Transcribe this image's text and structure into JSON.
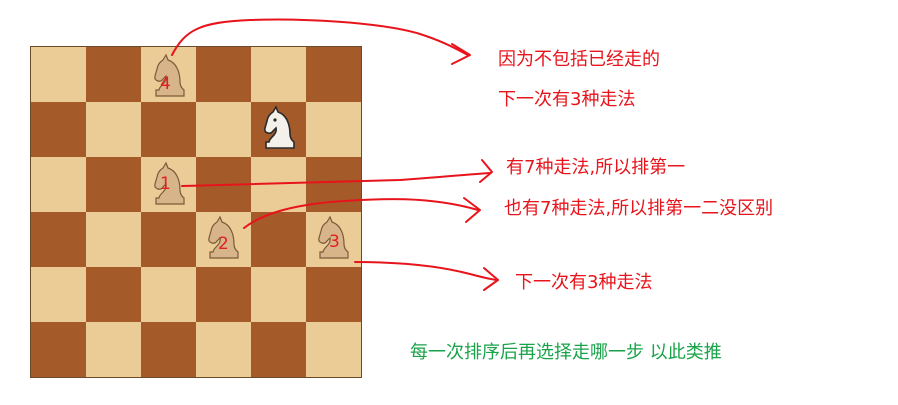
{
  "board": {
    "size": 6,
    "light_color": "#ebcb96",
    "dark_color": "#a55a2a"
  },
  "knights": [
    {
      "id": "current",
      "label": "",
      "color": "white"
    },
    {
      "id": "k1",
      "label": "1",
      "color": "tan"
    },
    {
      "id": "k2",
      "label": "2",
      "color": "tan"
    },
    {
      "id": "k3",
      "label": "3",
      "color": "tan"
    },
    {
      "id": "k4",
      "label": "4",
      "color": "tan"
    }
  ],
  "annotations": {
    "note_4_line1": "因为不包括已经走的",
    "note_4_line2": "下一次有3种走法",
    "note_1": "有7种走法,所以排第一",
    "note_2": "也有7种走法,所以排第一二没区别",
    "note_3": "下一次有3种走法",
    "summary": "每一次排序后再选择走哪一步 以此类推"
  },
  "colors": {
    "annotation": "#e8141c",
    "summary": "#1aa34a"
  }
}
